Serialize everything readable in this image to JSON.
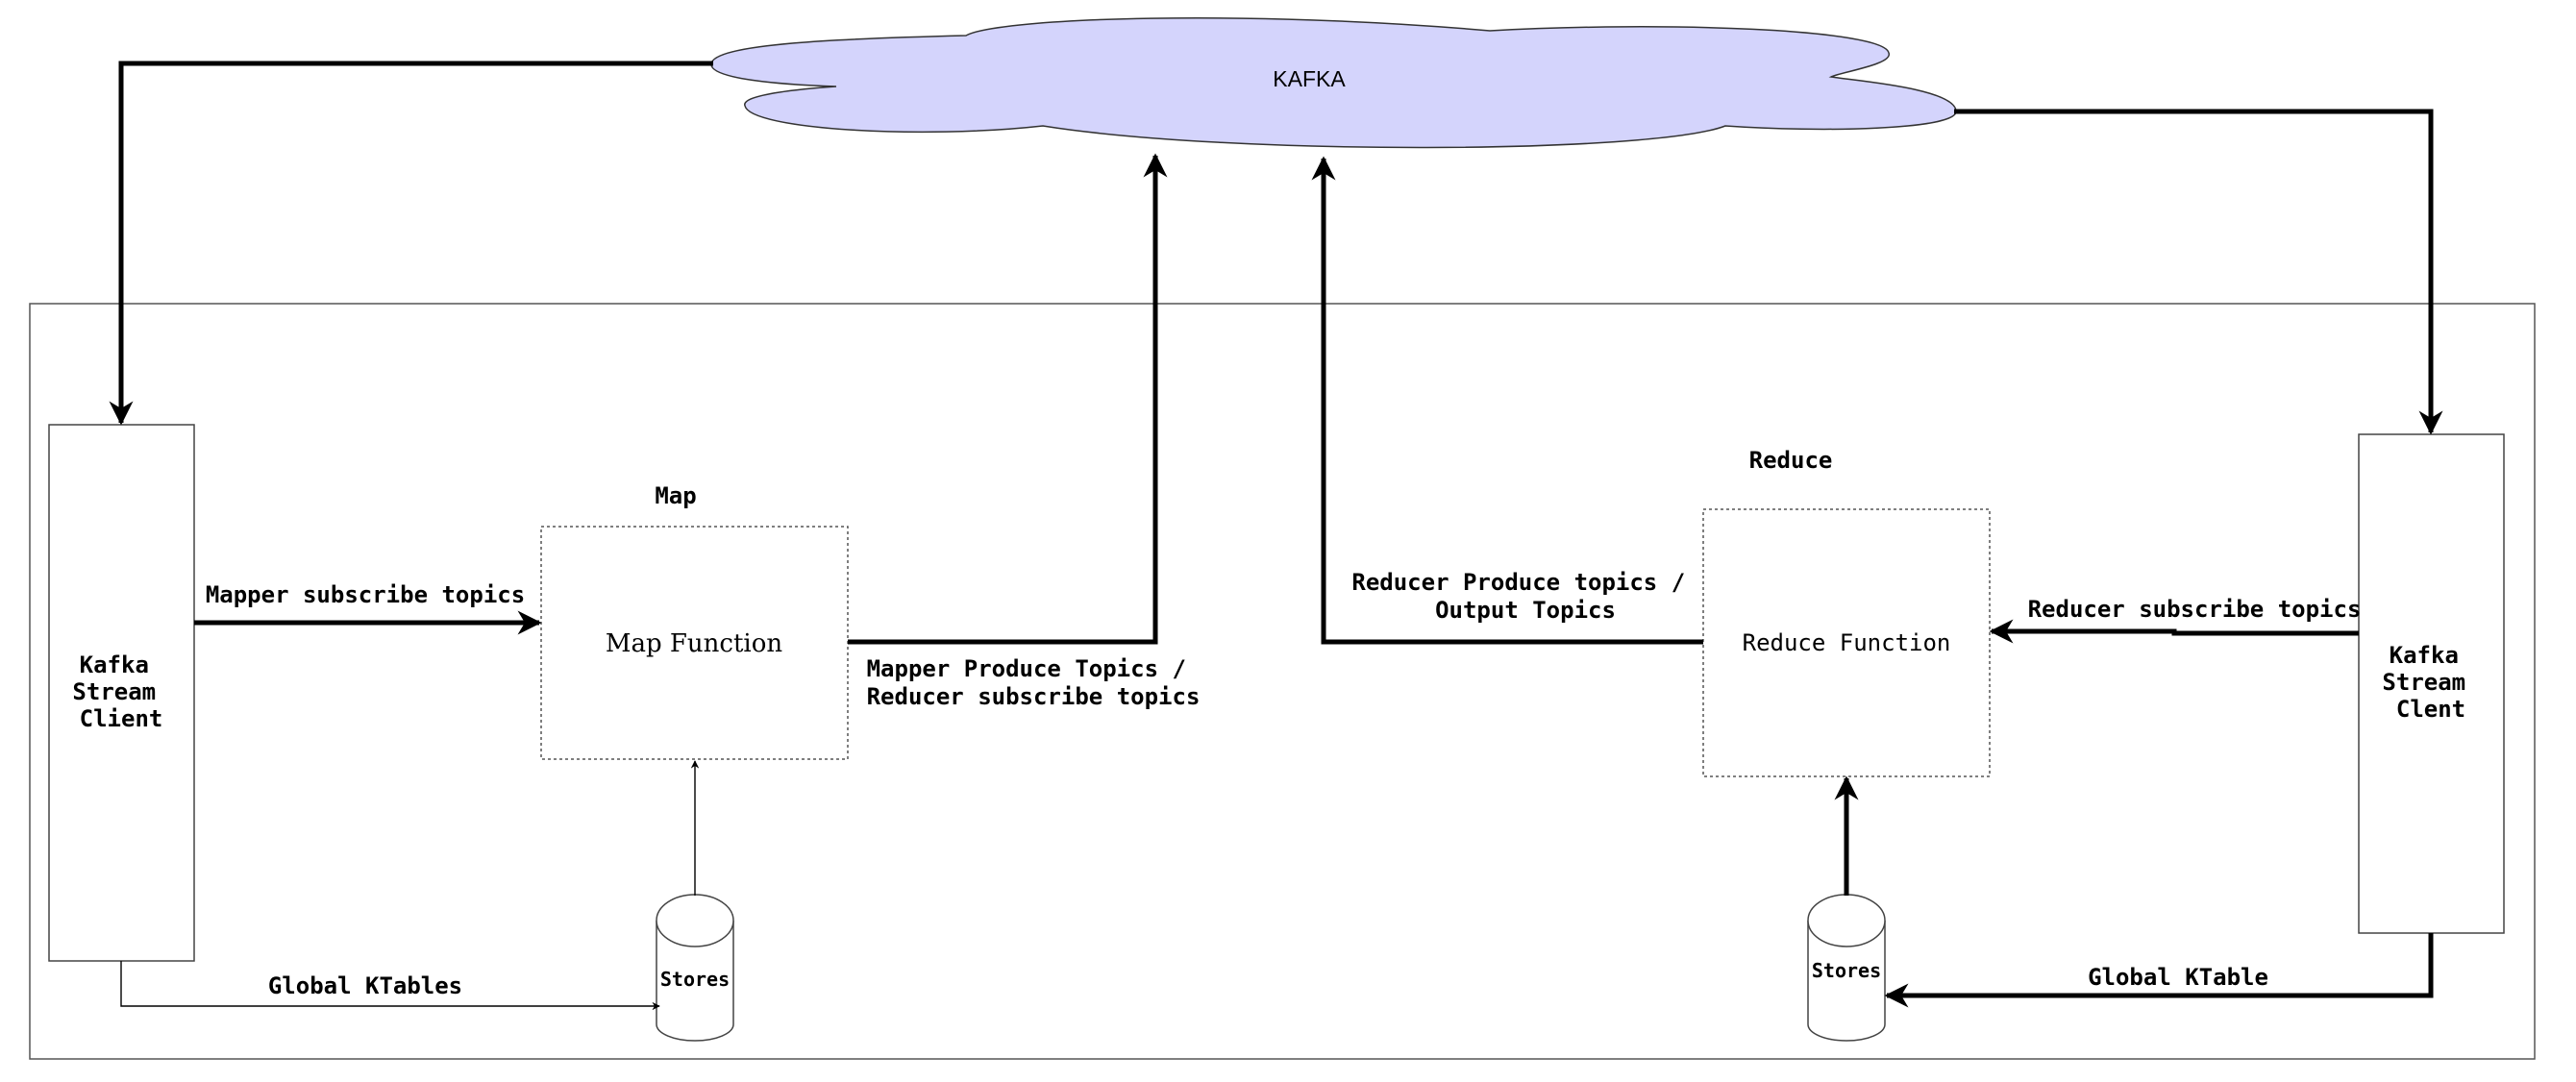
{
  "kafka": {
    "label": "KAFKA",
    "fill": "#d4d4fc"
  },
  "map": {
    "title": "Map",
    "function_label": "Map Function",
    "store_label": "Stores",
    "client_label": [
      "Kafka",
      "Stream",
      "Client"
    ]
  },
  "reduce": {
    "title": "Reduce",
    "function_label": "Reduce Function",
    "store_label": "Stores",
    "client_label": [
      "Kafka",
      "Stream",
      "Clent"
    ]
  },
  "edges": {
    "mapper_subscribe": "Mapper subscribe topics",
    "mapper_produce": [
      "Mapper Produce Topics /",
      "Reducer subscribe topics"
    ],
    "reducer_produce": [
      "Reducer Produce topics /",
      "Output Topics"
    ],
    "reducer_subscribe": "Reducer subscribe topics",
    "global_ktables": "Global KTables",
    "global_ktable": "Global KTable"
  }
}
